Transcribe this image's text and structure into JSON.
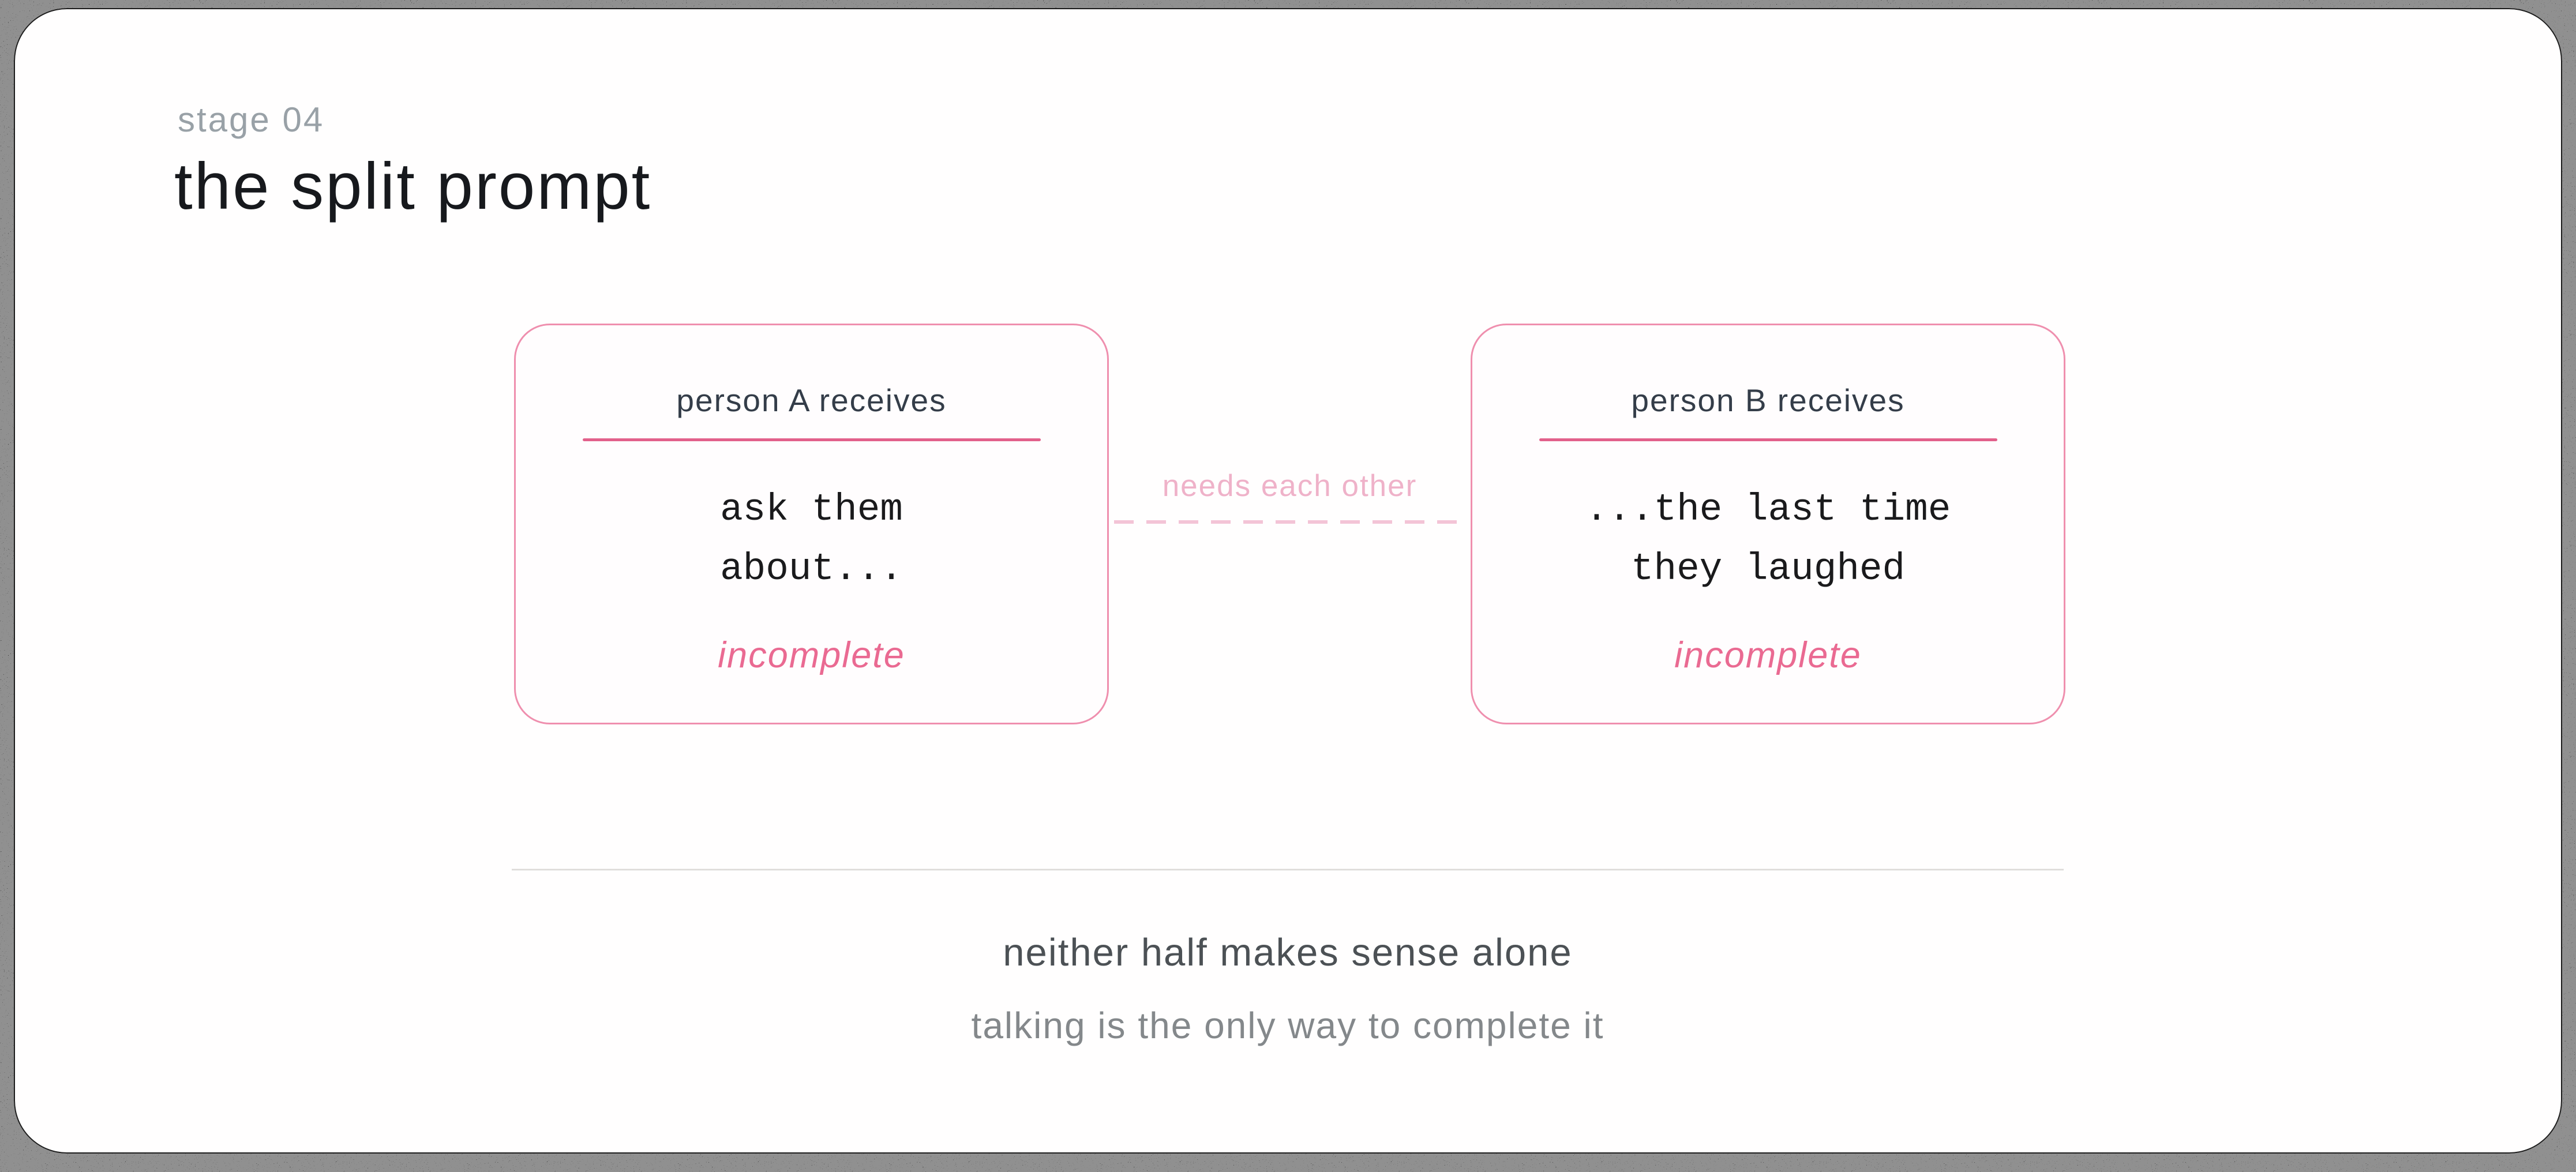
{
  "slide": {
    "stage_label": "stage 04",
    "title": "the split prompt",
    "closing_line_1": "neither half makes sense alone",
    "closing_line_2": "talking is the only way to complete it"
  },
  "box_a": {
    "header": "person A receives",
    "line_1": "ask them",
    "line_2": "about...",
    "status": "incomplete"
  },
  "box_b": {
    "header": "person B receives",
    "line_1": "...the last time",
    "line_2": "they laughed",
    "status": "incomplete"
  },
  "connector": {
    "label": "needs each other"
  },
  "colors": {
    "underline_pink": "#e2608b",
    "box_border_pink": "#ef8fae",
    "status_pink": "#ea6a92",
    "connector_label_pink": "#efb2c9",
    "connector_dash_pink": "#f3c4d6",
    "stage_label_grey": "#99a1a7",
    "title_black": "#17191d",
    "closing_dark_grey": "#4c5155",
    "closing_light_grey": "#84888b",
    "divider_grey": "#cfcdca",
    "frame_black": "#050505",
    "card_white": "#fffefe"
  }
}
